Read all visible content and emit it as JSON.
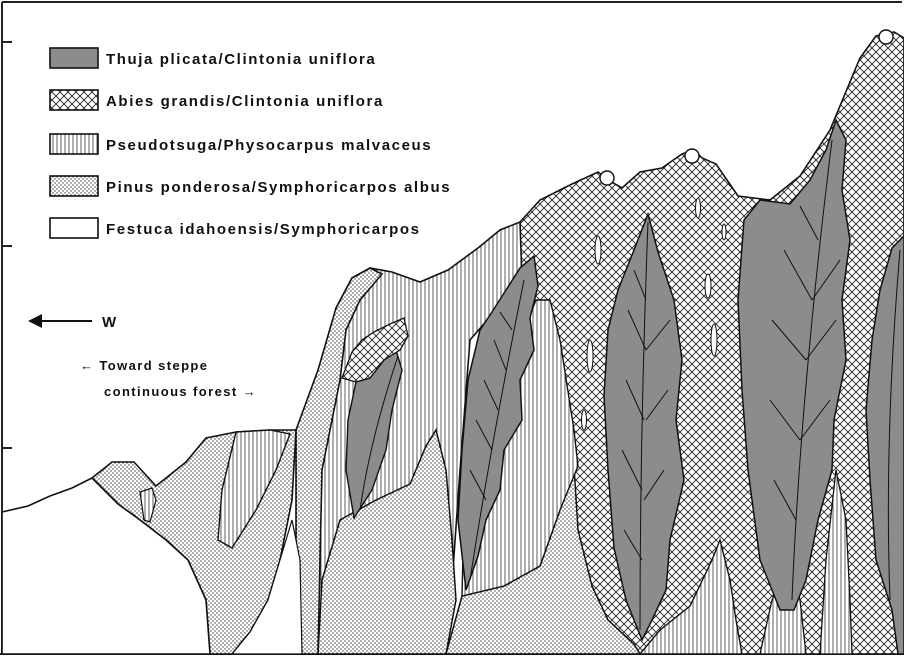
{
  "legend": {
    "items": [
      {
        "pattern": "dark-gray-fill",
        "label": "Thuja plicata/Clintonia uniflora"
      },
      {
        "pattern": "crosshatch",
        "label": "Abies grandis/Clintonia uniflora"
      },
      {
        "pattern": "vertical-lines",
        "label": "Pseudotsuga/Physocarpus malvaceus"
      },
      {
        "pattern": "stipple",
        "label": "Pinus ponderosa/Symphoricarpos albus"
      },
      {
        "pattern": "open-white",
        "label": "Festuca idahoensis/Symphoricarpos"
      }
    ]
  },
  "direction": {
    "arrow_label": "W",
    "line1": "← Toward steppe",
    "line2": "continuous forest →"
  },
  "colors": {
    "thuja": "#8c8c8c",
    "ink": "#111111",
    "paper": "#ffffff"
  }
}
